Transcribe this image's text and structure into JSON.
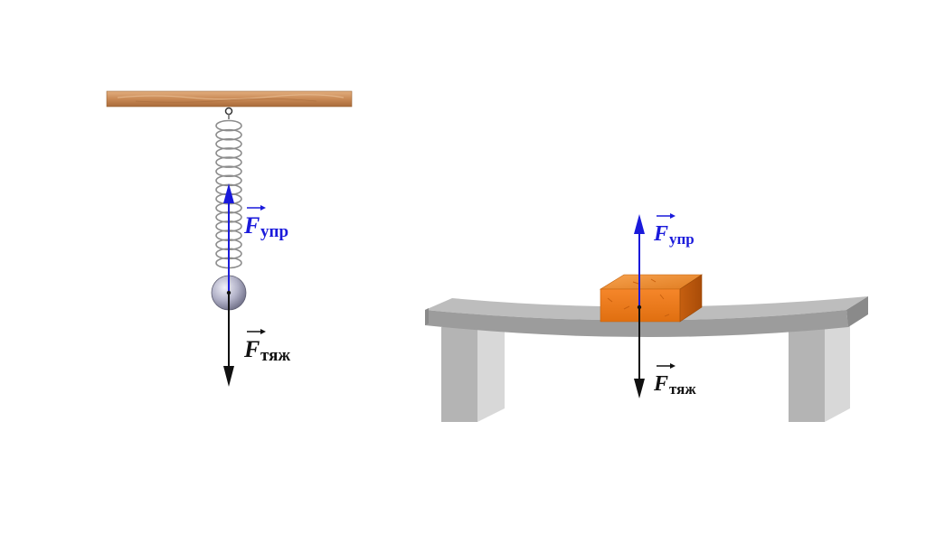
{
  "colors": {
    "background": "#ffffff",
    "elastic_force": "#1a1adb",
    "gravity_force": "#111111",
    "wood": "#c98a55",
    "spring": "#9a9a9a",
    "ball": "#a7a7bf",
    "brick": "#f07f1e",
    "beam": "#a9a9a9",
    "support": "#bdbdbd"
  },
  "left_scene": {
    "elastic_label": {
      "symbol": "F",
      "subscript": "упр"
    },
    "gravity_label": {
      "symbol": "F",
      "subscript": "тяж"
    }
  },
  "right_scene": {
    "elastic_label": {
      "symbol": "F",
      "subscript": "упр"
    },
    "gravity_label": {
      "symbol": "F",
      "subscript": "тяж"
    }
  }
}
